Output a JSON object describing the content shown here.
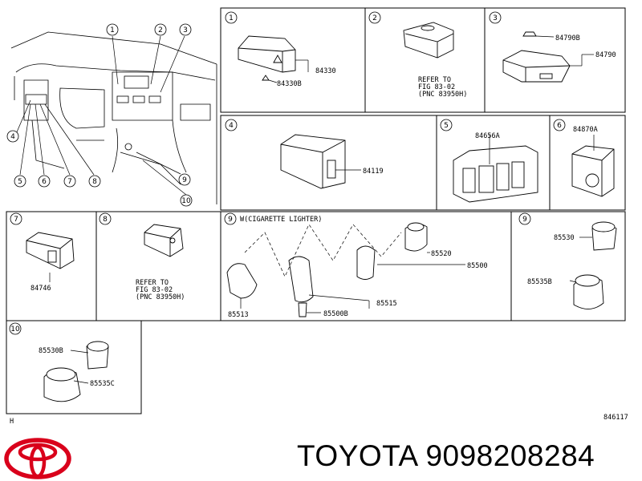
{
  "panels": {
    "p1": {
      "num": "1",
      "parts": [
        "84330",
        "84330B"
      ]
    },
    "p2": {
      "num": "2",
      "refer": [
        "REFER TO",
        "FIG 83-02",
        "(PNC 83950H)"
      ]
    },
    "p3": {
      "num": "3",
      "parts": [
        "84790B",
        "84790"
      ]
    },
    "p4": {
      "num": "4",
      "parts": [
        "84119"
      ]
    },
    "p5": {
      "num": "5",
      "parts": [
        "84656A"
      ]
    },
    "p6": {
      "num": "6",
      "parts": [
        "84870A"
      ]
    },
    "p7": {
      "num": "7",
      "parts": [
        "84746"
      ]
    },
    "p8": {
      "num": "8",
      "refer": [
        "REFER TO",
        "FIG 83-02",
        "(PNC 83950H)"
      ]
    },
    "p9a": {
      "num": "9",
      "title": "W(CIGARETTE LIGHTER)",
      "parts": [
        "85520",
        "85500",
        "85513",
        "85515",
        "85500B"
      ]
    },
    "p9b": {
      "num": "9",
      "parts": [
        "85530",
        "85535B"
      ]
    },
    "p10": {
      "num": "10",
      "parts": [
        "85530B",
        "85535C"
      ]
    }
  },
  "overview_callouts": [
    "1",
    "2",
    "3",
    "4",
    "5",
    "6",
    "7",
    "8",
    "9",
    "10"
  ],
  "footer": {
    "left_mark": "H",
    "fig_code": "846117"
  },
  "brand": {
    "name": "TOYOTA 9098208284",
    "logo_color": "#d9001b"
  }
}
